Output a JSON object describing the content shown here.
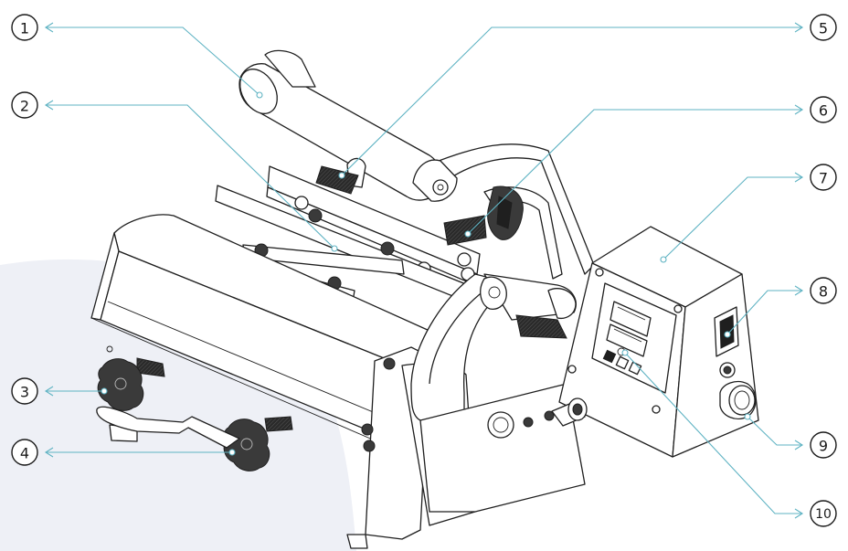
{
  "diagram": {
    "callouts": [
      {
        "id": 1,
        "label": "1"
      },
      {
        "id": 2,
        "label": "2"
      },
      {
        "id": 3,
        "label": "3"
      },
      {
        "id": 4,
        "label": "4"
      },
      {
        "id": 5,
        "label": "5"
      },
      {
        "id": 6,
        "label": "6"
      },
      {
        "id": 7,
        "label": "7"
      },
      {
        "id": 8,
        "label": "8"
      },
      {
        "id": 9,
        "label": "9"
      },
      {
        "id": 10,
        "label": "10"
      }
    ],
    "colors": {
      "leader": "#5fb3c3",
      "line_art": "#1f1f1f",
      "background_shape": "#eef0f6"
    }
  }
}
